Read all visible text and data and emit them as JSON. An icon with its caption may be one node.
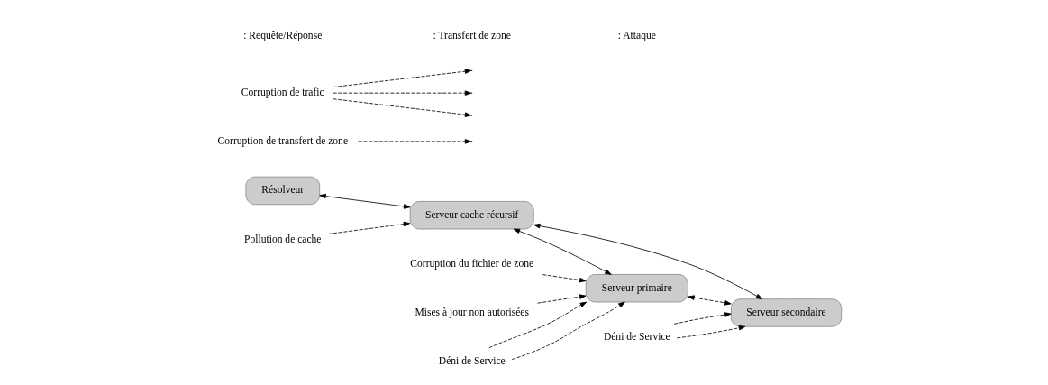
{
  "diagram": {
    "nodes": [
      {
        "text": [
          "Résolveur"
        ]
      },
      {
        "text": [
          "Serveur cache récursif"
        ]
      },
      {
        "text": [
          "Serveur primaire"
        ]
      },
      {
        "text": [
          "Serveur secondaire"
        ]
      },
      {
        "text": [
          "Pollution de cache"
        ]
      },
      {
        "text": [
          "Corruption du fichier de zone"
        ]
      },
      {
        "text": [
          "Mises à jour non autorisées"
        ]
      },
      {
        "text": [
          "Déni de Service"
        ]
      },
      {
        "text": [
          "Déni de Service"
        ]
      },
      {
        "text": [
          "Corruption de transfert de zone"
        ]
      },
      {
        "text": [
          "Corruption de trafic"
        ]
      }
    ],
    "edges": [
      {
        "from": 0,
        "to": 1,
        "arrow": "both"
      },
      {
        "from": 1,
        "to": 2,
        "arrow": "both"
      },
      {
        "from": 1,
        "to": 3,
        "arrow": "both"
      },
      {
        "from": 2,
        "to": 3,
        "arrow": "both",
        "style": "dashed"
      },
      {
        "from": 4,
        "to": 1,
        "arrow": "to",
        "style": "dashed"
      },
      {
        "from": 5,
        "to": 2,
        "arrow": "to",
        "style": "dashed"
      },
      {
        "from": 6,
        "to": 2,
        "arrow": "to",
        "style": "dashed"
      },
      {
        "from": 7,
        "to": 2,
        "arrow": "to",
        "style": "dashed"
      },
      {
        "from": 7,
        "to": 2,
        "arrow": "to",
        "style": "dashed"
      },
      {
        "from": 8,
        "to": 3,
        "arrow": "to",
        "style": "dashed"
      },
      {
        "from": 8,
        "to": 3,
        "arrow": "to",
        "style": "dashed"
      },
      {
        "from": 9,
        "to": null,
        "arrow": "to",
        "style": "dashed"
      },
      {
        "from": 10,
        "to": null,
        "arrow": "to",
        "style": "dashed"
      },
      {
        "from": 10,
        "to": null,
        "arrow": "to",
        "style": "dashed"
      },
      {
        "from": 10,
        "to": null,
        "arrow": "to",
        "style": "dashed"
      }
    ],
    "legend": [
      {
        "text": ": Requête/Réponse"
      },
      {
        "text": ": Transfert de zone"
      },
      {
        "text": ": Attaque"
      }
    ]
  }
}
